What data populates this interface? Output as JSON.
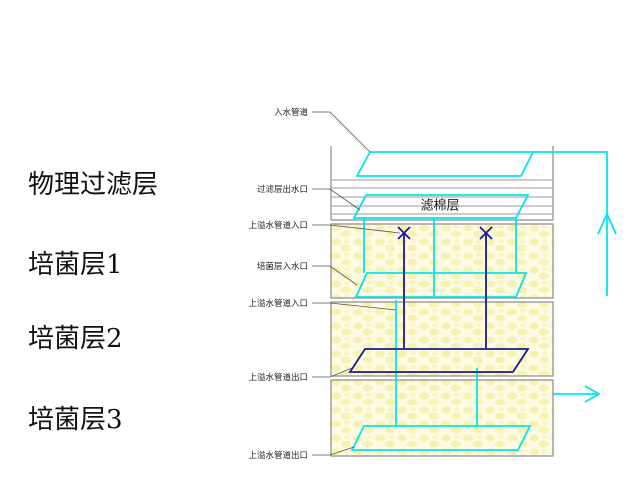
{
  "layers": [
    {
      "label": "物理过滤层"
    },
    {
      "label": "培菌层1"
    },
    {
      "label": "培菌层2"
    },
    {
      "label": "培菌层3"
    }
  ],
  "diagram": {
    "callouts": {
      "inlet_pipe": "入水管道",
      "filter_outlet": "过滤层出水口",
      "upper_overflow_inlet_1": "上溢水管道入口",
      "bio_inlet": "培菌层入水口",
      "upper_overflow_inlet_2": "上溢水管道入口",
      "upper_overflow_outlet_1": "上溢水管道出口",
      "upper_overflow_outlet_2": "上溢水管道出口"
    },
    "cotton_label": "滤棉层"
  },
  "colors": {
    "cyan_pipe": "#00e5f2",
    "navy_pipe": "#1a1a8c",
    "media_fill": "#fbf7c8",
    "tank_outline": "#8a8a8a",
    "water_line": "#9a9a9a"
  }
}
